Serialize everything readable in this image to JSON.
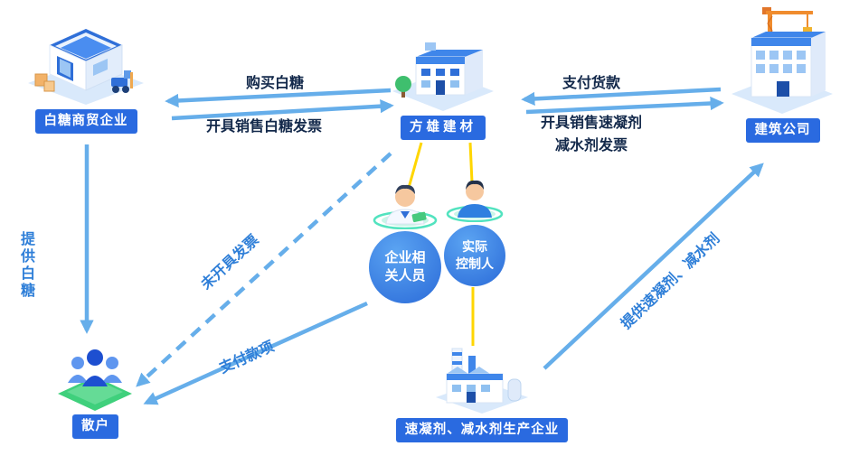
{
  "nodes": {
    "sugar_trader": {
      "label": "白糖商贸企业"
    },
    "fangxiong": {
      "label": "方雄建材"
    },
    "construction": {
      "label": "建筑公司"
    },
    "related_person": {
      "line1": "企业相",
      "line2": "关人员"
    },
    "controller": {
      "line1": "实际",
      "line2": "控制人"
    },
    "producer": {
      "label": "速凝剂、减水剂生产企业"
    },
    "retail": {
      "label": "散户"
    }
  },
  "edges": {
    "buy_sugar": {
      "label": "购买白糖"
    },
    "sugar_invoice": {
      "label": "开具销售白糖发票"
    },
    "pay_goods": {
      "label": "支付货款"
    },
    "accel_invoice": {
      "line1": "开具销售速凝剂",
      "line2": "减水剂发票"
    },
    "provide_sugar": {
      "label": "提供白糖"
    },
    "no_invoice": {
      "label": "未开具发票"
    },
    "pay_amount": {
      "label": "支付款项"
    },
    "provide_accel": {
      "label": "提供速凝剂、减水剂"
    }
  },
  "colors": {
    "arrow": "#66aeea",
    "connector_line": "#ffd600",
    "node_label_bg": "#2a6ae0",
    "edge_text_dark": "#12284a",
    "edge_text_blue": "#2f7fd8",
    "platform_green": "#3fd07c"
  }
}
